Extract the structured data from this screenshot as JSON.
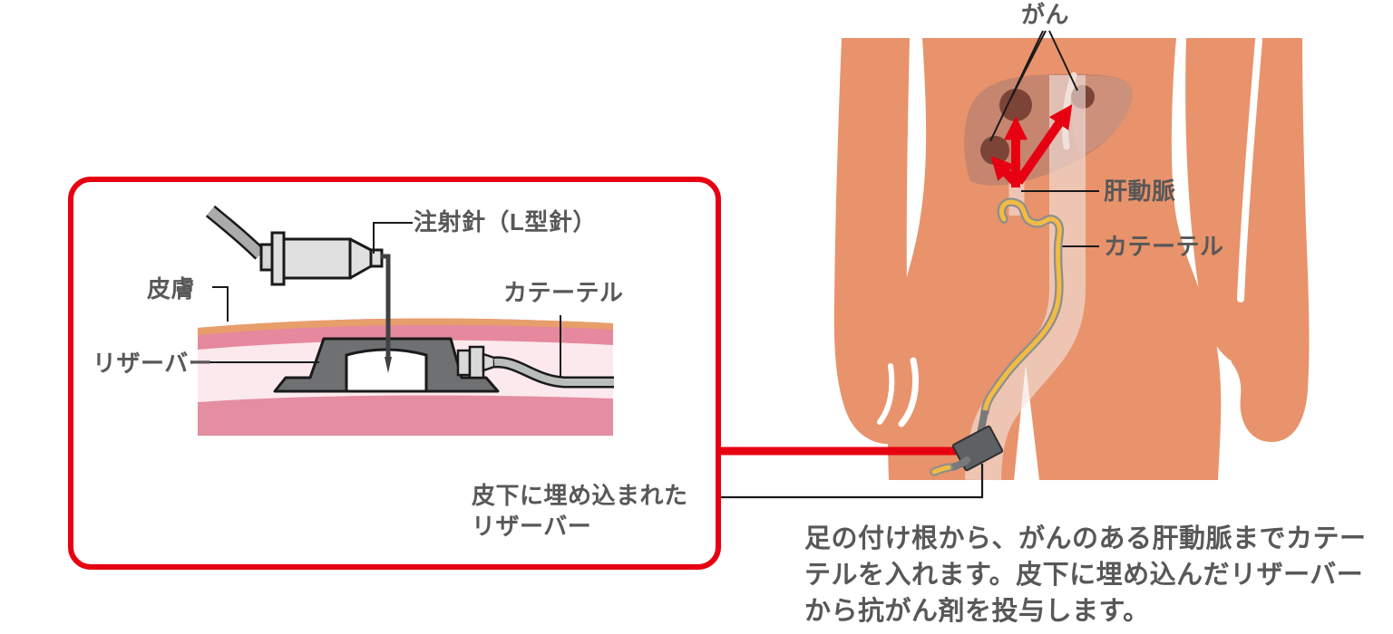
{
  "inset_diagram": {
    "labels": {
      "needle": "注射針（L型針）",
      "skin": "皮膚",
      "reservoir": "リザーバー",
      "catheter": "カテーテル",
      "implanted_reservoir_line1": "皮下に埋め込まれた",
      "implanted_reservoir_line2": "リザーバー"
    }
  },
  "body_diagram": {
    "labels": {
      "cancer": "がん",
      "hepatic_artery": "肝動脈",
      "catheter": "カテーテル"
    }
  },
  "caption": {
    "line1": "足の付け根から、がんのある肝動脈までカテー",
    "line2": "テルを入れます。皮下に埋め込んだリザーバー",
    "line3": "から抗がん剤を投与します。"
  },
  "colors": {
    "accent_red": "#E60012",
    "body_skin": "#E8936B",
    "liver": "#C6856F",
    "tumor": "#7C4437",
    "artery_band": "#F2E4E0",
    "catheter_yellow": "#F2BB43",
    "device_gray": "#6E7072",
    "text_gray": "#595757",
    "skin_surface_tan": "#E89E6A",
    "skin_rose": "#E6889E",
    "skin_pale_pink": "#FBE9EE",
    "skin_deep_rose": "#E58DA1"
  }
}
